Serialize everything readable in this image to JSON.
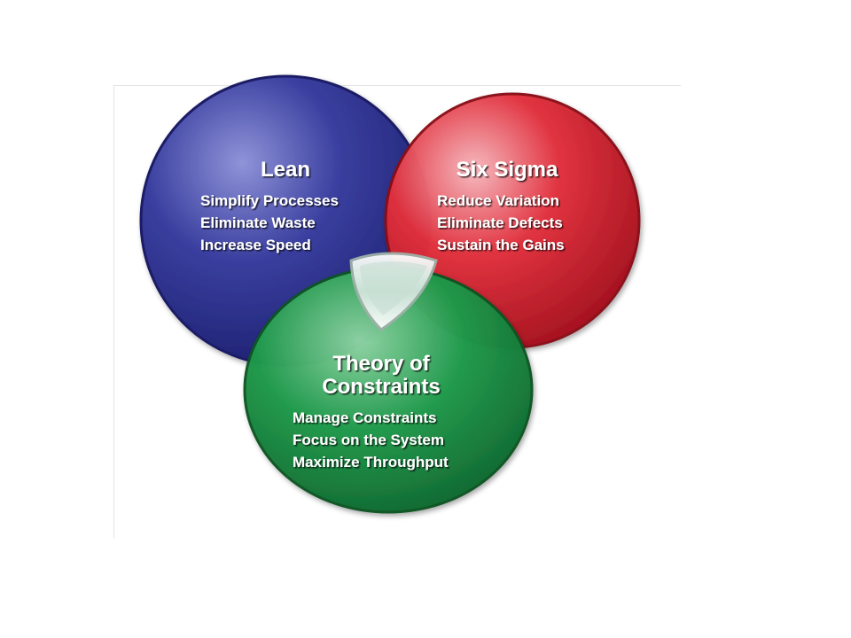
{
  "diagram": {
    "type": "venn",
    "colors": {
      "lean": "#2b2f8c",
      "six_sigma": "#d51e2c",
      "toc": "#17863f",
      "center": "#dfe8e4"
    },
    "sets": [
      {
        "id": "lean",
        "title_lines": [
          "Lean"
        ],
        "items": [
          "Simplify Processes",
          "Eliminate Waste",
          "Increase Speed"
        ]
      },
      {
        "id": "six_sigma",
        "title_lines": [
          "Six Sigma"
        ],
        "items": [
          "Reduce Variation",
          "Eliminate Defects",
          "Sustain the Gains"
        ]
      },
      {
        "id": "toc",
        "title_lines": [
          "Theory of",
          "Constraints"
        ],
        "items": [
          "Manage Constraints",
          "Focus on the System",
          "Maximize Throughput"
        ]
      }
    ]
  }
}
